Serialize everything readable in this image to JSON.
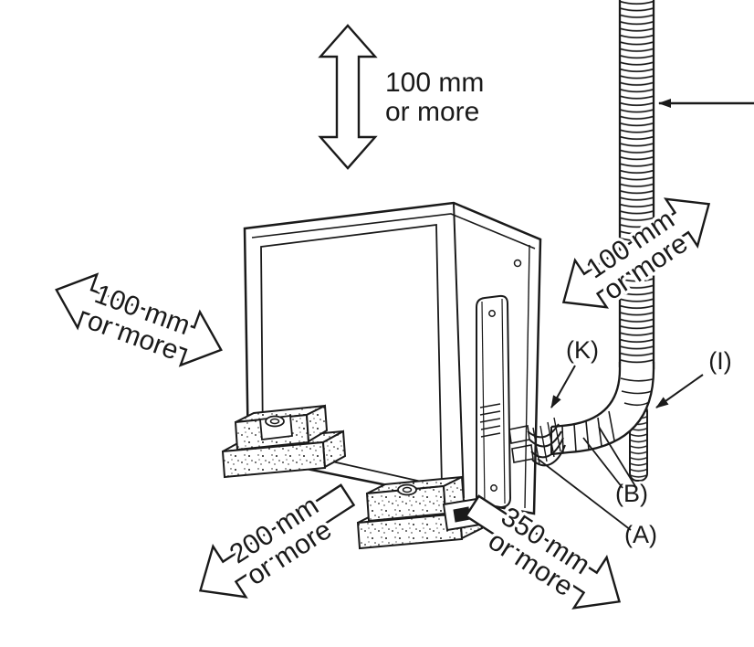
{
  "labels": {
    "top_clearance": {
      "l1": "100 mm",
      "l2": "or more"
    },
    "left_clearance": {
      "l1": "100 mm",
      "l2": "or more"
    },
    "right_clearance": {
      "l1": "100 mm",
      "l2": "or more"
    },
    "bottom_left_clearance": {
      "l1": "200 mm",
      "l2": "or more"
    },
    "bottom_right_clearance": {
      "l1": "350 mm",
      "l2": "or more"
    },
    "part_k": "(K)",
    "part_i": "(I)",
    "part_b": "(B)",
    "part_a": "(A)"
  },
  "colors": {
    "ink": "#1a1a1a",
    "paper": "#ffffff"
  }
}
